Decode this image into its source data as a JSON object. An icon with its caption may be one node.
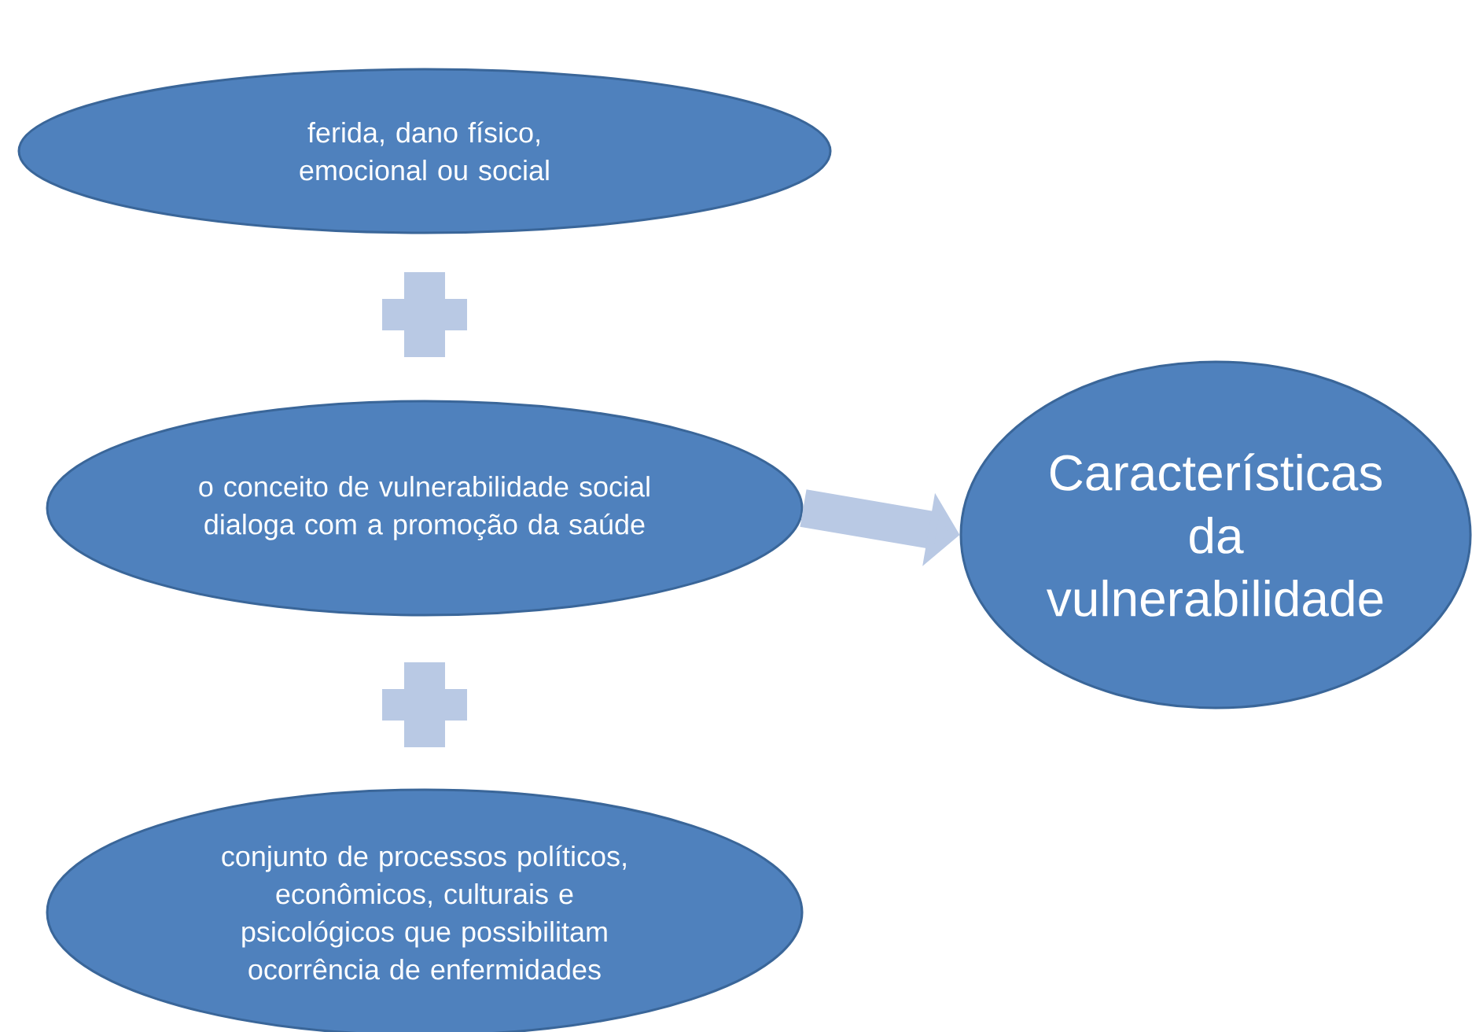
{
  "diagram": {
    "nodes": [
      {
        "text": [
          "ferida, dano físico, emocional ou social"
        ]
      },
      {
        "text": [
          "o conceito de vulnerabilidade social dialoga com a promoção da saúde"
        ]
      },
      {
        "text": [
          "conjunto de processos políticos, econômicos, culturais e psicológicos que possibilitam ocorrência de enfermidades"
        ]
      },
      {
        "text": [
          "Características da vulnerabilidade"
        ]
      }
    ],
    "edges": [
      {
        "from": 1,
        "to": 3,
        "arrow": "to"
      }
    ]
  }
}
